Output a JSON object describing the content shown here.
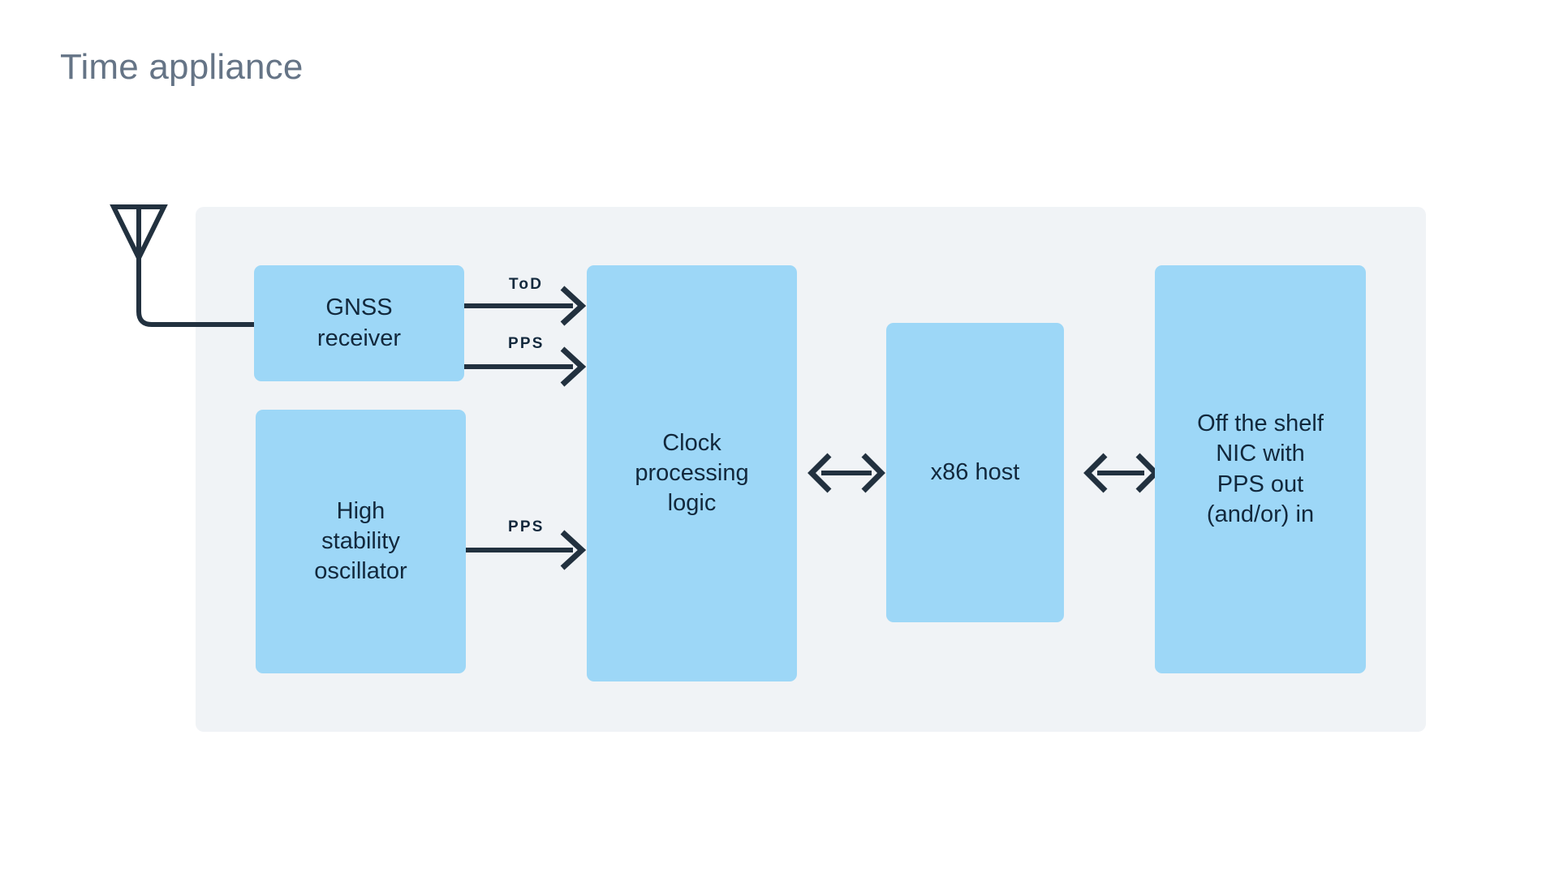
{
  "page": {
    "title": "Time appliance",
    "background_color": "#ffffff",
    "title_color": "#657486"
  },
  "panel": {
    "name": "time-appliance-enclosure",
    "background_color": "#F0F3F6"
  },
  "style": {
    "block_fill": "#9DD7F7",
    "block_text_color": "#12283C",
    "connector_color": "#22313F"
  },
  "antenna": {
    "name": "gnss-antenna",
    "description": "triangular antenna symbol with mast feeding into GNSS receiver"
  },
  "blocks": [
    {
      "id": "gnss-receiver",
      "lines": [
        "GNSS",
        "receiver"
      ]
    },
    {
      "id": "high-stability-oscillator",
      "lines": [
        "High",
        "stability",
        "oscillator"
      ]
    },
    {
      "id": "clock-processing-logic",
      "lines": [
        "Clock",
        "processing",
        "logic"
      ]
    },
    {
      "id": "x86-host",
      "lines": [
        "x86 host"
      ]
    },
    {
      "id": "off-the-shelf-nic",
      "lines": [
        "Off the shelf",
        "NIC with",
        "PPS out",
        "(and/or) in"
      ]
    }
  ],
  "connections": [
    {
      "id": "gnss-to-clock-tod",
      "label": "ToD",
      "from": "gnss-receiver",
      "to": "clock-processing-logic",
      "arrow": "single"
    },
    {
      "id": "gnss-to-clock-pps",
      "label": "PPS",
      "from": "gnss-receiver",
      "to": "clock-processing-logic",
      "arrow": "single"
    },
    {
      "id": "oscillator-to-clock-pps",
      "label": "PPS",
      "from": "high-stability-oscillator",
      "to": "clock-processing-logic",
      "arrow": "single"
    },
    {
      "id": "clock-to-x86",
      "label": "",
      "from": "clock-processing-logic",
      "to": "x86-host",
      "arrow": "double"
    },
    {
      "id": "x86-to-nic",
      "label": "",
      "from": "x86-host",
      "to": "off-the-shelf-nic",
      "arrow": "double"
    },
    {
      "id": "antenna-to-gnss",
      "label": "",
      "from": "gnss-antenna",
      "to": "gnss-receiver",
      "arrow": "none"
    }
  ]
}
